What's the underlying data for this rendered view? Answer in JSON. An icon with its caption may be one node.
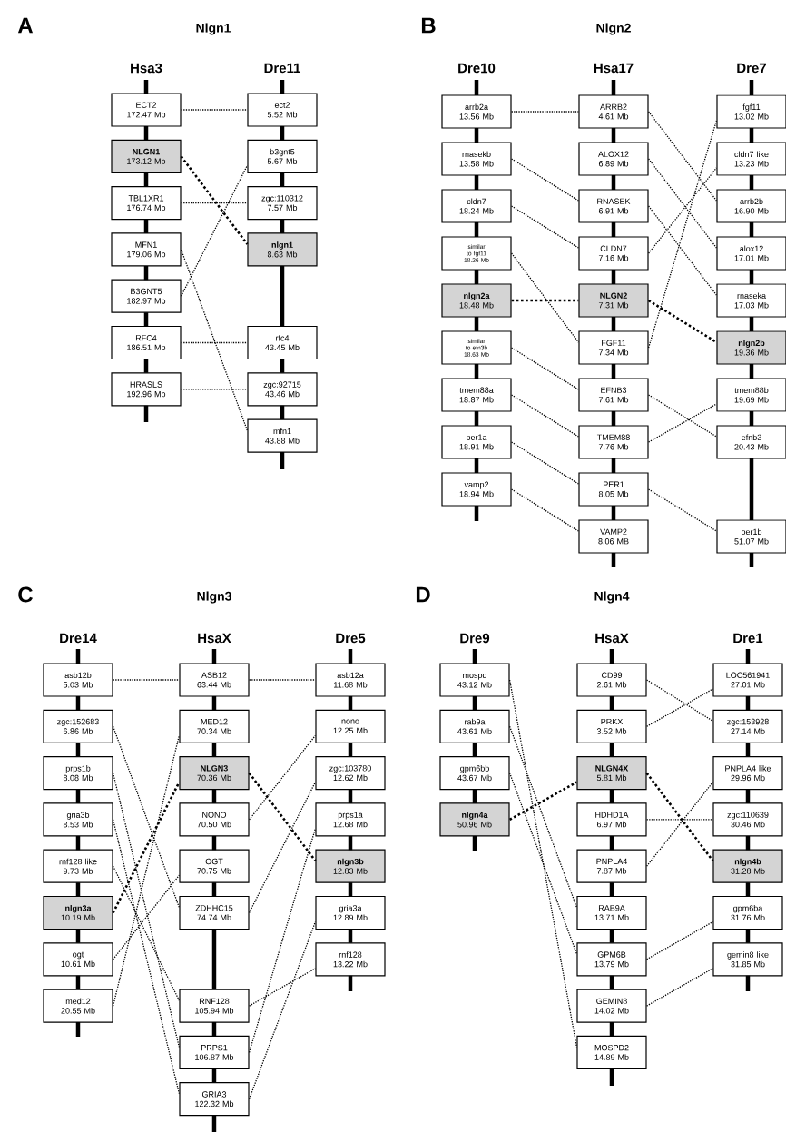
{
  "diagram": {
    "nodes": [
      {
        "text": [
          "ECT2",
          "172.47 Mb"
        ]
      },
      {
        "text": [
          "NLGN1",
          "173.12 Mb"
        ]
      },
      {
        "text": [
          "TBL1XR1",
          "176.74 Mb"
        ]
      },
      {
        "text": [
          "MFN1",
          "179.06 Mb"
        ]
      },
      {
        "text": [
          "B3GNT5",
          "182.97 Mb"
        ]
      },
      {
        "text": [
          "RFC4",
          "186.51 Mb"
        ]
      },
      {
        "text": [
          "HRASLS",
          "192.96 Mb"
        ]
      },
      {
        "text": [
          "ect2",
          "5.52 Mb"
        ]
      },
      {
        "text": [
          "b3gnt5",
          "5.67 Mb"
        ]
      },
      {
        "text": [
          "zgc:110312",
          "7.57 Mb"
        ]
      },
      {
        "text": [
          "nlgn1",
          "8.63 Mb"
        ]
      },
      {
        "text": [
          "rfc4",
          "43.45 Mb"
        ]
      },
      {
        "text": [
          "zgc:92715",
          "43.46 Mb"
        ]
      },
      {
        "text": [
          "mfn1",
          "43.88 Mb"
        ]
      },
      {
        "text": [
          "arrb2a",
          "13.56 Mb"
        ]
      },
      {
        "text": [
          "rnasekb",
          "13.58 Mb"
        ]
      },
      {
        "text": [
          "cldn7",
          "18.24 Mb"
        ]
      },
      {
        "text": [
          "similar to fgf11",
          "18.26 Mb"
        ]
      },
      {
        "text": [
          "nlgn2a",
          "18.48 Mb"
        ]
      },
      {
        "text": [
          "similar to efn3b",
          "18.63 Mb"
        ]
      },
      {
        "text": [
          "tmem88a",
          "18.87 Mb"
        ]
      },
      {
        "text": [
          "per1a",
          "18.91 Mb"
        ]
      },
      {
        "text": [
          "vamp2",
          "18.94 Mb"
        ]
      },
      {
        "text": [
          "ARRB2",
          "4.61 Mb"
        ]
      },
      {
        "text": [
          "ALOX12",
          "6.89 Mb"
        ]
      },
      {
        "text": [
          "RNASEK",
          "6.91 Mb"
        ]
      },
      {
        "text": [
          "CLDN7",
          "7.16 Mb"
        ]
      },
      {
        "text": [
          "NLGN2",
          "7.31 Mb"
        ]
      },
      {
        "text": [
          "FGF11",
          "7.34 Mb"
        ]
      },
      {
        "text": [
          "EFNB3",
          "7.61 Mb"
        ]
      },
      {
        "text": [
          "TMEM88",
          "7.76 Mb"
        ]
      },
      {
        "text": [
          "PER1",
          "8.05 Mb"
        ]
      },
      {
        "text": [
          "VAMP2",
          "8.06 MB"
        ]
      },
      {
        "text": [
          "fgf11",
          "13.02 Mb"
        ]
      },
      {
        "text": [
          "cldn7 like",
          "13.23 Mb"
        ]
      },
      {
        "text": [
          "arrb2b",
          "16.90 Mb"
        ]
      },
      {
        "text": [
          "alox12",
          "17.01 Mb"
        ]
      },
      {
        "text": [
          "rnaseka",
          "17.03 Mb"
        ]
      },
      {
        "text": [
          "nlgn2b",
          "19.36 Mb"
        ]
      },
      {
        "text": [
          "tmem88b",
          "19.69 Mb"
        ]
      },
      {
        "text": [
          "efnb3",
          "20.43 Mb"
        ]
      },
      {
        "text": [
          "per1b",
          "51.07 Mb"
        ]
      },
      {
        "text": [
          "asb12b",
          "5.03 Mb"
        ]
      },
      {
        "text": [
          "zgc:152683",
          "6.86 Mb"
        ]
      },
      {
        "text": [
          "prps1b",
          "8.08 Mb"
        ]
      },
      {
        "text": [
          "gria3b",
          "8.53 Mb"
        ]
      },
      {
        "text": [
          "rnf128 like",
          "9.73 Mb"
        ]
      },
      {
        "text": [
          "nlgn3a",
          "10.19 Mb"
        ]
      },
      {
        "text": [
          "ogt",
          "10.61 Mb"
        ]
      },
      {
        "text": [
          "med12",
          "20.55 Mb"
        ]
      },
      {
        "text": [
          "ASB12",
          "63.44 Mb"
        ]
      },
      {
        "text": [
          "MED12",
          "70.34 Mb"
        ]
      },
      {
        "text": [
          "NLGN3",
          "70.36 Mb"
        ]
      },
      {
        "text": [
          "NONO",
          "70.50 Mb"
        ]
      },
      {
        "text": [
          "OGT",
          "70.75 Mb"
        ]
      },
      {
        "text": [
          "ZDHHC15",
          "74.74 Mb"
        ]
      },
      {
        "text": [
          "RNF128",
          "105.94 Mb"
        ]
      },
      {
        "text": [
          "PRPS1",
          "106.87 Mb"
        ]
      },
      {
        "text": [
          "GRIA3",
          "122.32 Mb"
        ]
      },
      {
        "text": [
          "asb12a",
          "11.68 Mb"
        ]
      },
      {
        "text": [
          "nono",
          "12.25 Mb"
        ]
      },
      {
        "text": [
          "zgc:103780",
          "12.62 Mb"
        ]
      },
      {
        "text": [
          "prps1a",
          "12.68 Mb"
        ]
      },
      {
        "text": [
          "nlgn3b",
          "12.83 Mb"
        ]
      },
      {
        "text": [
          "gria3a",
          "12.89 Mb"
        ]
      },
      {
        "text": [
          "rnf128",
          "13.22 Mb"
        ]
      },
      {
        "text": [
          "mospd",
          "43.12 Mb"
        ]
      },
      {
        "text": [
          "rab9a",
          "43.61 Mb"
        ]
      },
      {
        "text": [
          "gpm6bb",
          "43.67 Mb"
        ]
      },
      {
        "text": [
          "nlgn4a",
          "50.96 Mb"
        ]
      },
      {
        "text": [
          "CD99",
          "2.61 Mb"
        ]
      },
      {
        "text": [
          "PRKX",
          "3.52 Mb"
        ]
      },
      {
        "text": [
          "NLGN4X",
          "5.81 Mb"
        ]
      },
      {
        "text": [
          "HDHD1A",
          "6.97 Mb"
        ]
      },
      {
        "text": [
          "PNPLA4",
          "7.87 Mb"
        ]
      },
      {
        "text": [
          "RAB9A",
          "13.71 Mb"
        ]
      },
      {
        "text": [
          "GPM6B",
          "13.79 Mb"
        ]
      },
      {
        "text": [
          "GEMIN8",
          "14.02 Mb"
        ]
      },
      {
        "text": [
          "MOSPD2",
          "14.89 Mb"
        ]
      },
      {
        "text": [
          "LOC561941",
          "27.01 Mb"
        ]
      },
      {
        "text": [
          "zgc:153928",
          "27.14 Mb"
        ]
      },
      {
        "text": [
          "PNPLA4 like",
          "29.96 Mb"
        ]
      },
      {
        "text": [
          "zgc:110639",
          "30.46 Mb"
        ]
      },
      {
        "text": [
          "nlgn4b",
          "31.28 Mb"
        ]
      },
      {
        "text": [
          "gpm6ba",
          "31.76 Mb"
        ]
      },
      {
        "text": [
          "gemin8 like",
          "31.85 Mb"
        ]
      }
    ],
    "edges": [
      {
        "from": 0,
        "to": 7,
        "arrow": "none"
      },
      {
        "from": 1,
        "to": 10,
        "arrow": "none",
        "style": "dashed"
      },
      {
        "from": 2,
        "to": 9,
        "arrow": "none"
      },
      {
        "from": 3,
        "to": 13,
        "arrow": "none"
      },
      {
        "from": 4,
        "to": 8,
        "arrow": "none"
      },
      {
        "from": 5,
        "to": 11,
        "arrow": "none"
      },
      {
        "from": 6,
        "to": 12,
        "arrow": "none"
      },
      {
        "from": 14,
        "to": 23,
        "arrow": "none"
      },
      {
        "from": 15,
        "to": 25,
        "arrow": "none"
      },
      {
        "from": 16,
        "to": 26,
        "arrow": "none"
      },
      {
        "from": 17,
        "to": 28,
        "arrow": "none"
      },
      {
        "from": 18,
        "to": 27,
        "arrow": "none",
        "style": "dashed"
      },
      {
        "from": 19,
        "to": 29,
        "arrow": "none"
      },
      {
        "from": 20,
        "to": 30,
        "arrow": "none"
      },
      {
        "from": 21,
        "to": 31,
        "arrow": "none"
      },
      {
        "from": 22,
        "to": 32,
        "arrow": "none"
      },
      {
        "from": 23,
        "to": 35,
        "arrow": "none"
      },
      {
        "from": 24,
        "to": 36,
        "arrow": "none"
      },
      {
        "from": 25,
        "to": 37,
        "arrow": "none"
      },
      {
        "from": 26,
        "to": 34,
        "arrow": "none"
      },
      {
        "from": 27,
        "to": 38,
        "arrow": "none",
        "style": "dashed"
      },
      {
        "from": 28,
        "to": 33,
        "arrow": "none"
      },
      {
        "from": 29,
        "to": 40,
        "arrow": "none"
      },
      {
        "from": 30,
        "to": 39,
        "arrow": "none"
      },
      {
        "from": 31,
        "to": 41,
        "arrow": "none"
      },
      {
        "from": 42,
        "to": 50,
        "arrow": "none"
      },
      {
        "from": 43,
        "to": 55,
        "arrow": "none"
      },
      {
        "from": 44,
        "to": 57,
        "arrow": "none"
      },
      {
        "from": 45,
        "to": 58,
        "arrow": "none"
      },
      {
        "from": 46,
        "to": 56,
        "arrow": "none"
      },
      {
        "from": 47,
        "to": 52,
        "arrow": "none",
        "style": "dashed"
      },
      {
        "from": 48,
        "to": 54,
        "arrow": "none"
      },
      {
        "from": 49,
        "to": 51,
        "arrow": "none"
      },
      {
        "from": 50,
        "to": 59,
        "arrow": "none"
      },
      {
        "from": 52,
        "to": 63,
        "arrow": "none",
        "style": "dashed"
      },
      {
        "from": 53,
        "to": 60,
        "arrow": "none"
      },
      {
        "from": 55,
        "to": 61,
        "arrow": "none"
      },
      {
        "from": 56,
        "to": 65,
        "arrow": "none"
      },
      {
        "from": 57,
        "to": 62,
        "arrow": "none"
      },
      {
        "from": 58,
        "to": 64,
        "arrow": "none"
      },
      {
        "from": 66,
        "to": 78,
        "arrow": "none"
      },
      {
        "from": 67,
        "to": 75,
        "arrow": "none"
      },
      {
        "from": 68,
        "to": 76,
        "arrow": "none"
      },
      {
        "from": 69,
        "to": 72,
        "arrow": "none",
        "style": "dashed"
      },
      {
        "from": 70,
        "to": 80,
        "arrow": "none"
      },
      {
        "from": 71,
        "to": 79,
        "arrow": "none"
      },
      {
        "from": 72,
        "to": 83,
        "arrow": "none",
        "style": "dashed"
      },
      {
        "from": 73,
        "to": 82,
        "arrow": "none"
      },
      {
        "from": 74,
        "to": 81,
        "arrow": "none"
      },
      {
        "from": 76,
        "to": 84,
        "arrow": "none"
      },
      {
        "from": 77,
        "to": 85,
        "arrow": "none"
      }
    ],
    "labels": [
      "A",
      "Nlgn1",
      "Hsa3",
      "Dre11",
      "B",
      "Nlgn2",
      "Dre10",
      "Hsa17",
      "Dre7",
      "C",
      "Nlgn3",
      "Dre14",
      "HsaX",
      "Dre5",
      "D",
      "Nlgn4",
      "Dre9",
      "HsaX",
      "Dre1"
    ]
  }
}
